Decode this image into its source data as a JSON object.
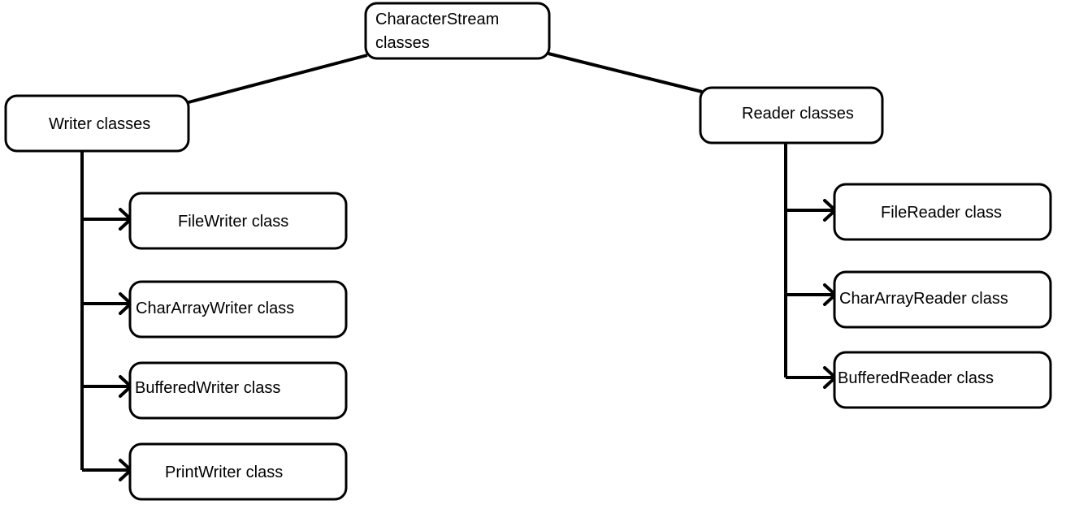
{
  "diagram": {
    "root": {
      "label_line1": "CharacterStream",
      "label_line2": "classes"
    },
    "writer": {
      "label": "Writer  classes",
      "children": [
        "FileWriter  class",
        "CharArrayWriter  class",
        "BufferedWriter  class",
        "PrintWriter  class"
      ]
    },
    "reader": {
      "label": "Reader  classes",
      "children": [
        "FileReader class",
        "CharArrayReader class",
        "BufferedReader class"
      ]
    }
  }
}
